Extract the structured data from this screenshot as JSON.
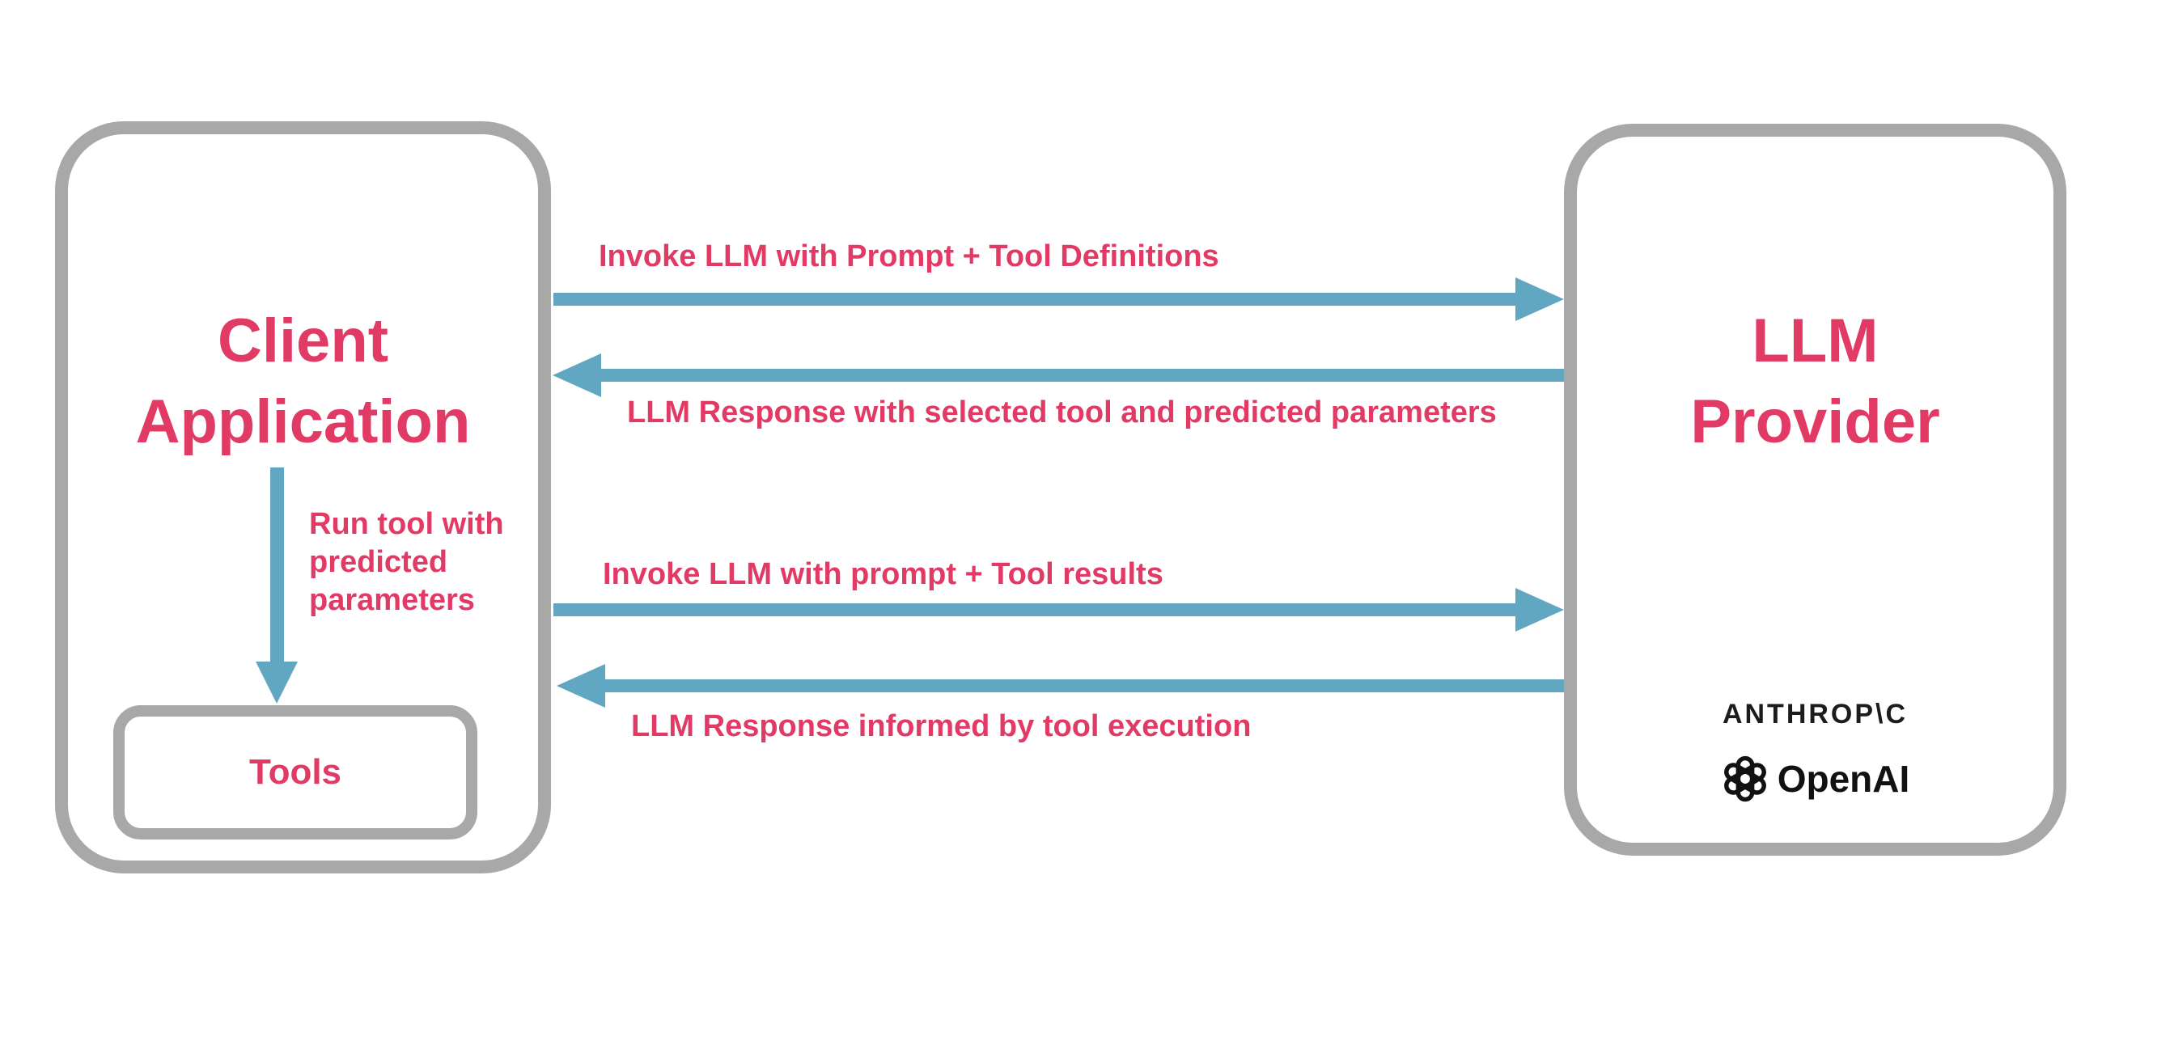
{
  "colors": {
    "accent_pink": "#e13a64",
    "arrow_blue": "#61a7c2",
    "box_border_gray": "#a8a8a8",
    "logo_black": "#1c1c1c",
    "background": "#ffffff"
  },
  "client": {
    "title": "Client\nApplication",
    "tools_label": "Tools",
    "run_tool_note": "Run tool with\npredicted\nparameters"
  },
  "llm_provider": {
    "title": "LLM\nProvider",
    "anthropic_wordmark": "ANTHROP\\C",
    "openai_wordmark": "OpenAI"
  },
  "flows": {
    "invoke_definitions": "Invoke LLM with Prompt + Tool Definitions",
    "response_selected": "LLM Response with selected tool and predicted parameters",
    "invoke_results": "Invoke LLM with prompt + Tool results",
    "response_informed": "LLM Response informed by tool execution"
  }
}
